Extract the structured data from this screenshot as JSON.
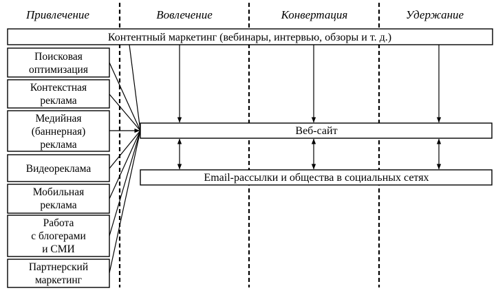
{
  "stages": [
    "Привлечение",
    "Вовлечение",
    "Конвертация",
    "Удержание"
  ],
  "content_marketing": "Контентный маркетинг (вебинары, интервью, обзоры и т. д.)",
  "channels": [
    {
      "lines": [
        "Поисковая",
        "оптимизация"
      ]
    },
    {
      "lines": [
        "Контекстная",
        "реклама"
      ]
    },
    {
      "lines": [
        "Медийная",
        "(баннерная)",
        "реклама"
      ]
    },
    {
      "lines": [
        "Видеореклама"
      ]
    },
    {
      "lines": [
        "Мобильная",
        "реклама"
      ]
    },
    {
      "lines": [
        "Работа",
        "с блогерами",
        "и СМИ"
      ]
    },
    {
      "lines": [
        "Партнерский",
        "маркетинг"
      ]
    }
  ],
  "website": "Веб-сайт",
  "email_social": "Email-рассылки и общества в социальных сетях"
}
